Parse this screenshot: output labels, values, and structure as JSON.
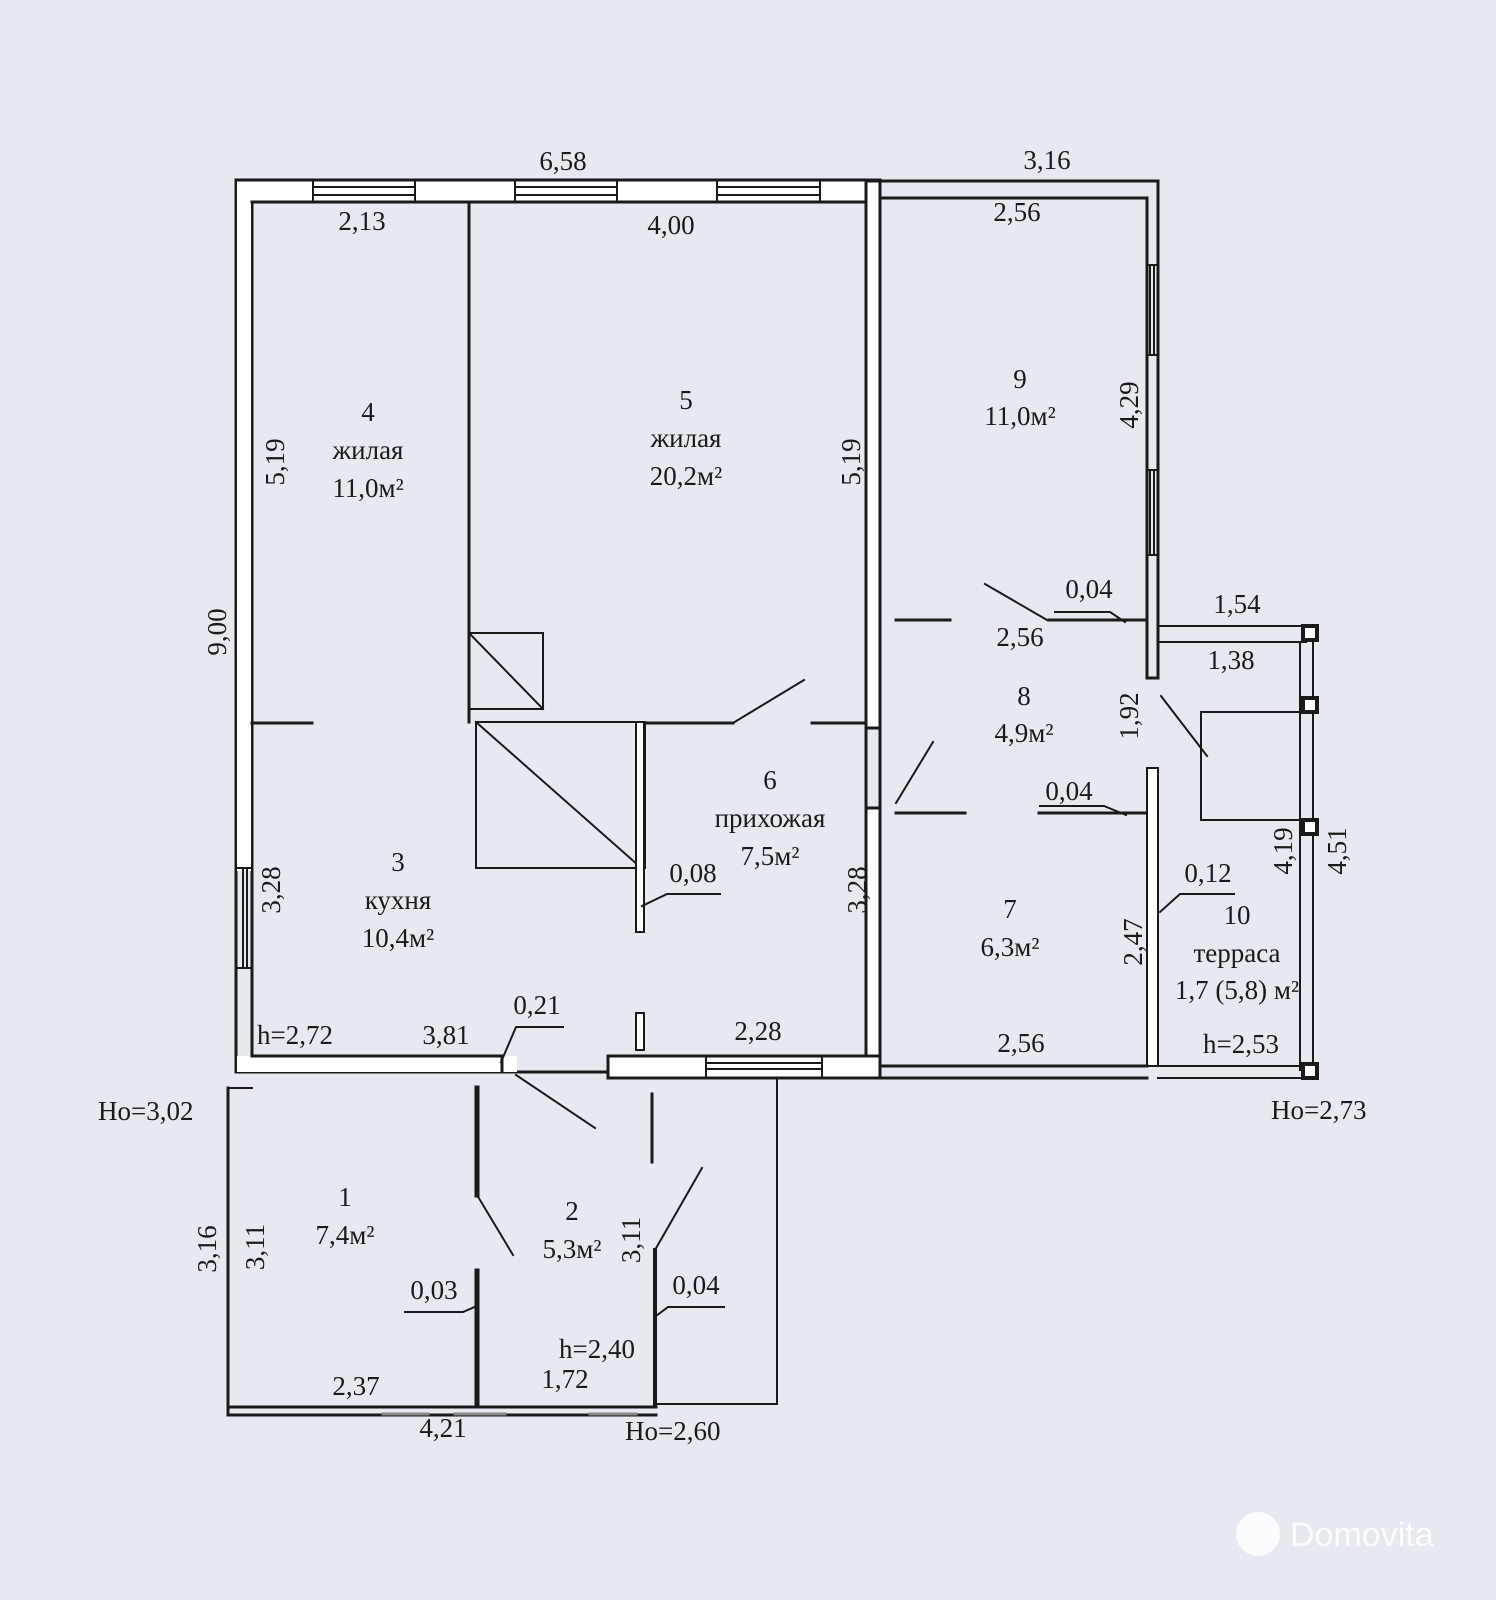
{
  "rooms": {
    "r1": {
      "num": "1",
      "area": "7,4м²"
    },
    "r2": {
      "num": "2",
      "area": "5,3м²"
    },
    "r3": {
      "num": "3",
      "name": "кухня",
      "area": "10,4м²"
    },
    "r4": {
      "num": "4",
      "name": "жилая",
      "area": "11,0м²"
    },
    "r5": {
      "num": "5",
      "name": "жилая",
      "area": "20,2м²"
    },
    "r6": {
      "num": "6",
      "name": "прихожая",
      "area": "7,5м²"
    },
    "r7": {
      "num": "7",
      "area": "6,3м²"
    },
    "r8": {
      "num": "8",
      "area": "4,9м²"
    },
    "r9": {
      "num": "9",
      "area": "11,0м²"
    },
    "r10": {
      "num": "10",
      "name": "терраса",
      "area": "1,7 (5,8) м²"
    }
  },
  "dimensions": {
    "top_total": "6,58",
    "top_right": "3,16",
    "room4_width": "2,13",
    "room5_width": "4,00",
    "room9_width": "2,56",
    "left_total": "9,00",
    "room4_height": "5,19",
    "room5_height": "5,19",
    "room9_height": "4,29",
    "wall_9_8": "0,04",
    "room8_width": "2,56",
    "terrace_top_outer": "1,54",
    "terrace_top_inner": "1,38",
    "room8_height": "1,92",
    "wall_8_7": "0,04",
    "room3_height": "3,28",
    "room6_height": "3,28",
    "wall_6_3": "0,08",
    "wall_7_10": "0,12",
    "terrace_inner_height": "4,19",
    "terrace_outer_height": "4,51",
    "room7_height": "2,47",
    "room3_width": "3,81",
    "wall_3_2": "0,21",
    "room6_width": "2,28",
    "room7_width": "2,56",
    "ceiling_3": "h=2,72",
    "ceiling_10": "h=2,53",
    "ceiling_2": "h=2,40",
    "ext_left": "3,16",
    "room1_height": "3,11",
    "room2_height": "3,11",
    "wall_1_2": "0,03",
    "wall_2_out": "0,04",
    "room1_width": "2,37",
    "room2_width": "1,72",
    "ext_bottom": "4,21",
    "level_left": "Но=3,02",
    "level_right": "Но=2,73",
    "level_bottom": "Но=2,60"
  },
  "watermark": "Domovita",
  "colors": {
    "background": "#e6e9ef",
    "ink": "#1a1a1a"
  }
}
